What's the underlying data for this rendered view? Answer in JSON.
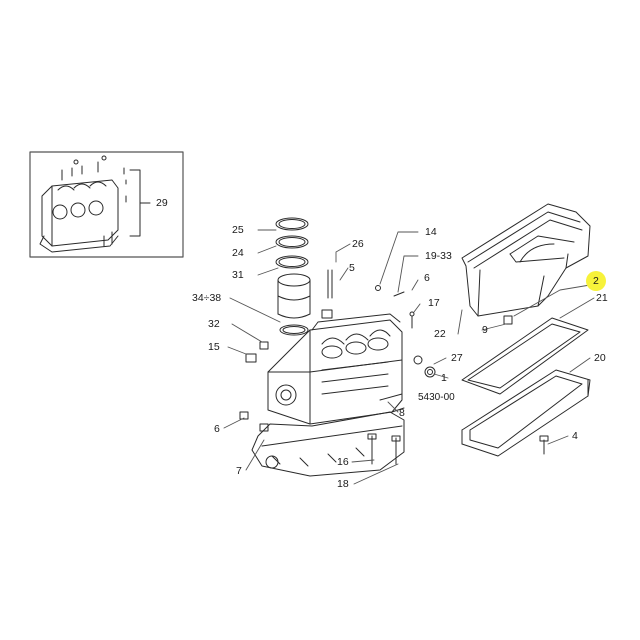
{
  "accent_highlight": "#f7f23a",
  "line_color": "#2a2a2a",
  "highlighted_callout": "2",
  "inset": {
    "label": "29"
  },
  "callouts": {
    "c25": "25",
    "c24": "24",
    "c31": "31",
    "c34_38": "34÷38",
    "c32": "32",
    "c15": "15",
    "c26": "26",
    "c5": "5",
    "c14": "14",
    "c19_33": "19-33",
    "c6a": "6",
    "c17": "17",
    "c2": "2",
    "c21": "21",
    "c22": "22",
    "c9": "9",
    "c27": "27",
    "c1": "1",
    "c20": "20",
    "c4": "4",
    "c8": "8",
    "c16": "16",
    "c18": "18",
    "c6b": "6",
    "c7": "7"
  },
  "reference_code": "5430-00"
}
